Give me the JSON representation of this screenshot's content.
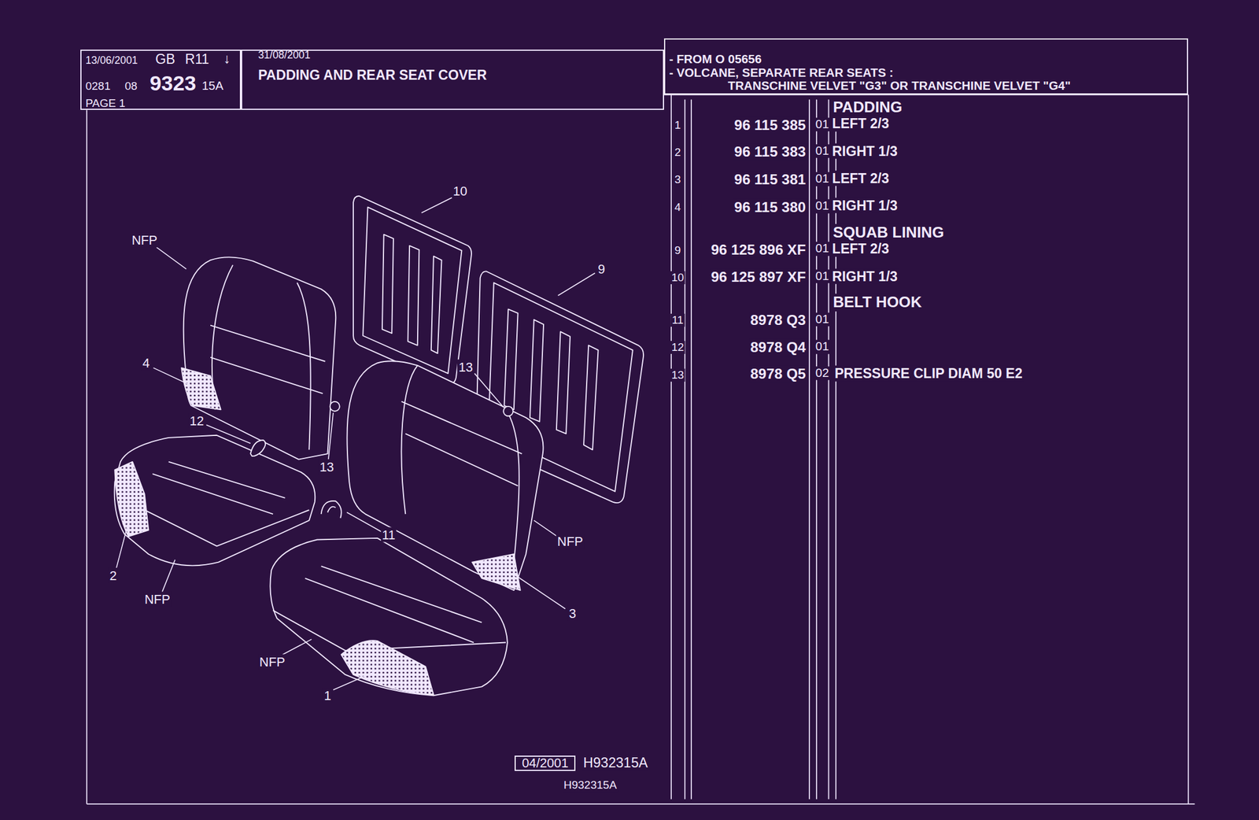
{
  "diagram": {
    "title": "PADDING AND REAR SEAT COVER",
    "nodes": [
      {
        "text": [
          "13/06/2001",
          "GB",
          "R11",
          "↓",
          "0281",
          "08",
          "9323",
          "15A",
          "PAGE 1"
        ]
      },
      {
        "text": [
          "31/08/2001"
        ]
      },
      {
        "text": [
          "- FROM O 05656",
          "- VOLCANE, SEPARATE REAR SEATS :",
          "TRANSCHINE VELVET \"G3\" OR TRANSCHINE VELVET \"G4\""
        ]
      },
      {
        "text": [
          "04/2001"
        ]
      }
    ],
    "labels": [
      "PADDING",
      "1",
      "96 115 385",
      "01",
      "LEFT 2/3",
      "2",
      "96 115 383",
      "01",
      "RIGHT 1/3",
      "3",
      "96 115 381",
      "01",
      "LEFT 2/3",
      "4",
      "96 115 380",
      "01",
      "RIGHT 1/3",
      "SQUAB LINING",
      "9",
      "96 125 896 XF",
      "01",
      "LEFT 2/3",
      "10",
      "96 125 897 XF",
      "01",
      "RIGHT 1/3",
      "BELT HOOK",
      "11",
      "8978 Q3",
      "01",
      "12",
      "8978 Q4",
      "01",
      "13",
      "8978 Q5",
      "02",
      "PRESSURE CLIP DIAM 50 E2",
      "NFP",
      "10",
      "9",
      "4",
      "13",
      "12",
      "13",
      "11",
      "NFP",
      "2",
      "NFP",
      "3",
      "NFP",
      "1",
      "H932315A",
      "H932315A"
    ]
  }
}
